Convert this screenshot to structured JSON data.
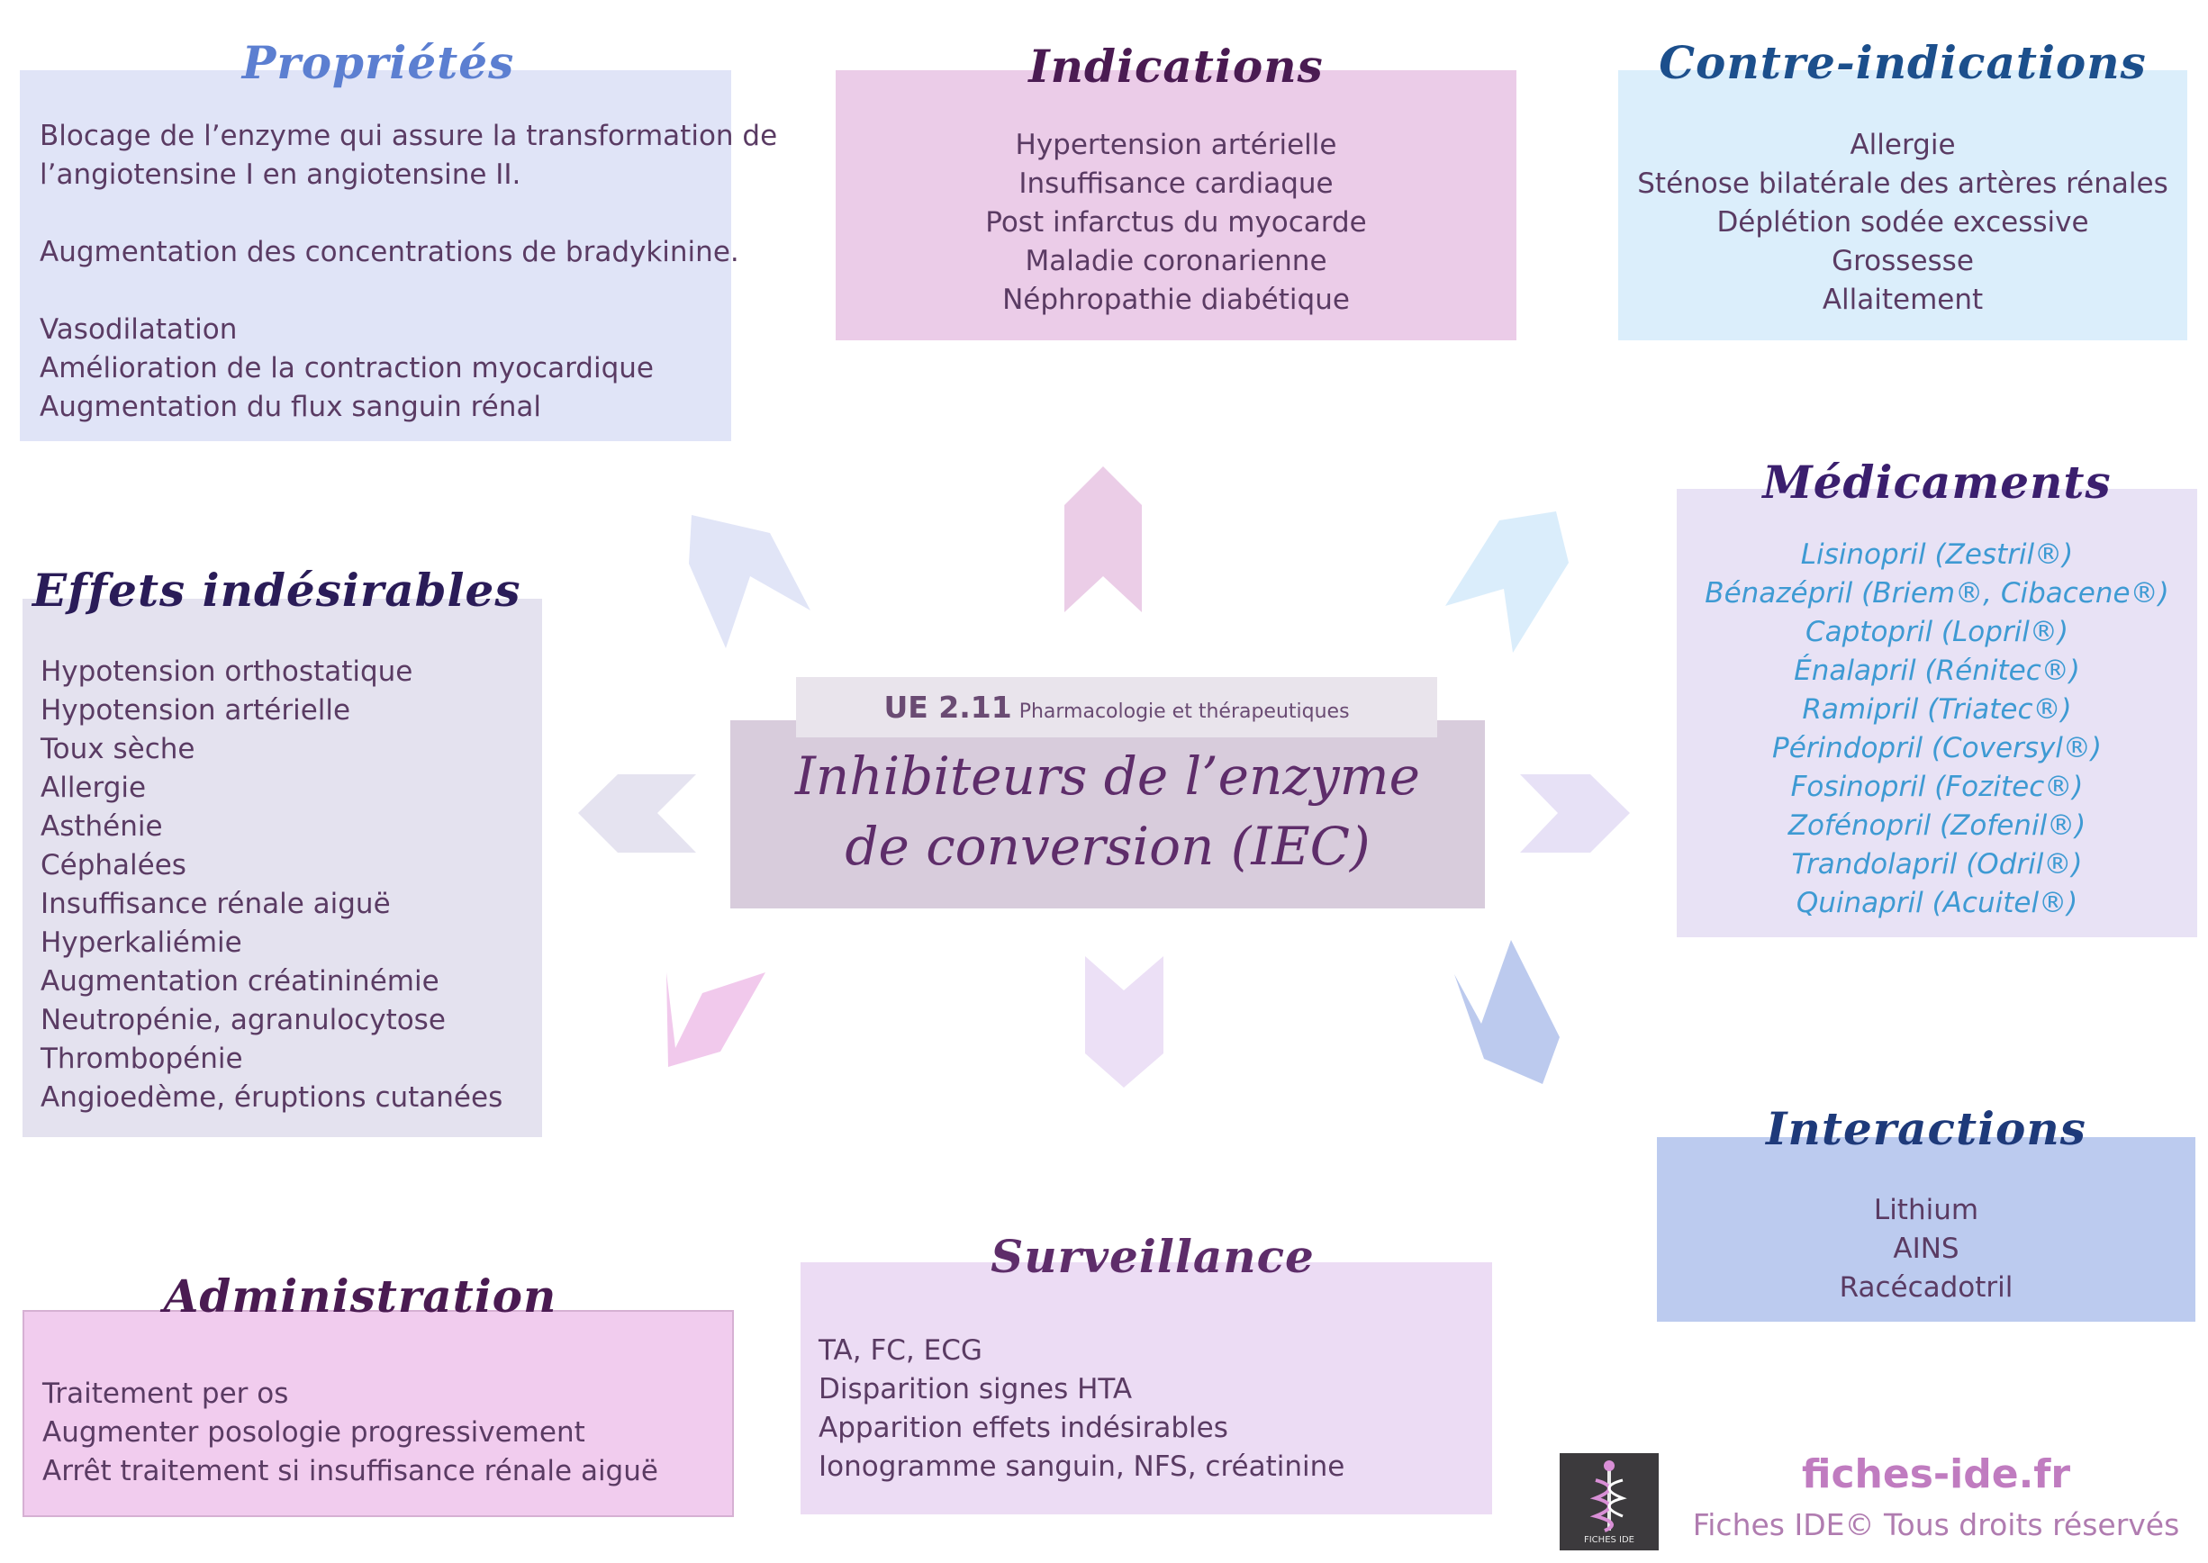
{
  "proprietes": {
    "title": "Propriétés",
    "lines": [
      "Blocage de l’enzyme qui assure la transformation de",
      "l’angiotensine I en angiotensine II.",
      "Augmentation des concentrations de bradykinine.",
      "Vasodilatation",
      "Amélioration de la contraction myocardique",
      "Augmentation du flux sanguin rénal"
    ]
  },
  "indications": {
    "title": "Indications",
    "lines": [
      "Hypertension artérielle",
      "Insuffisance cardiaque",
      "Post infarctus du myocarde",
      "Maladie coronarienne",
      "Néphropathie diabétique"
    ]
  },
  "contre_indications": {
    "title": "Contre-indications",
    "lines": [
      "Allergie",
      "Sténose bilatérale des artères rénales",
      "Déplétion sodée excessive",
      "Grossesse",
      "Allaitement"
    ]
  },
  "medicaments": {
    "title": "Médicaments",
    "lines": [
      "Lisinopril (Zestril®)",
      "Bénazépril (Briem®, Cibacene®)",
      "Captopril (Lopril®)",
      "Énalapril (Rénitec®)",
      "Ramipril (Triatec®)",
      "Périndopril (Coversyl®)",
      "Fosinopril (Fozitec®)",
      "Zofénopril (Zofenil®)",
      "Trandolapril (Odril®)",
      "Quinapril (Acuitel®)"
    ]
  },
  "effets": {
    "title": "Effets indésirables",
    "lines": [
      "Hypotension orthostatique",
      "Hypotension artérielle",
      "Toux sèche",
      "Allergie",
      "Asthénie",
      "Céphalées",
      "Insuffisance rénale aiguë",
      "Hyperkaliémie",
      "Augmentation créatininémie",
      "Neutropénie, agranulocytose",
      "Thrombopénie",
      "Angioedème, éruptions cutanées"
    ]
  },
  "center": {
    "ue_code": "UE 2.11",
    "ue_label": "Pharmacologie et thérapeutiques",
    "title_line1": "Inhibiteurs de l’enzyme",
    "title_line2": "de conversion (IEC)"
  },
  "interactions": {
    "title": "Interactions",
    "lines": [
      "Lithium",
      "AINS",
      "Racécadotril"
    ]
  },
  "administration": {
    "title": "Administration",
    "lines": [
      "Traitement per os",
      "Augmenter posologie progressivement",
      "Arrêt traitement si insuffisance rénale aiguë"
    ]
  },
  "surveillance": {
    "title": "Surveillance",
    "lines": [
      "TA, FC, ECG",
      "Disparition signes HTA",
      "Apparition effets indésirables",
      "Ionogramme sanguin, NFS, créatinine"
    ]
  },
  "footer": {
    "logo_text": "FICHES IDE",
    "site": "fiches-ide.fr",
    "rights": "Fiches IDE© Tous droits réservés"
  },
  "colors": {
    "proprietes_bg": "#e0e4f7",
    "indications_bg": "#ebcce8",
    "contre_bg": "#dbeefb",
    "medicaments_bg": "#e8e2f5",
    "effets_bg": "#e4e2ef",
    "interactions_bg": "#bccbef",
    "administration_bg": "#f1ccee",
    "surveillance_bg": "#ecdcf4",
    "center_bg": "#d8ccdc"
  }
}
